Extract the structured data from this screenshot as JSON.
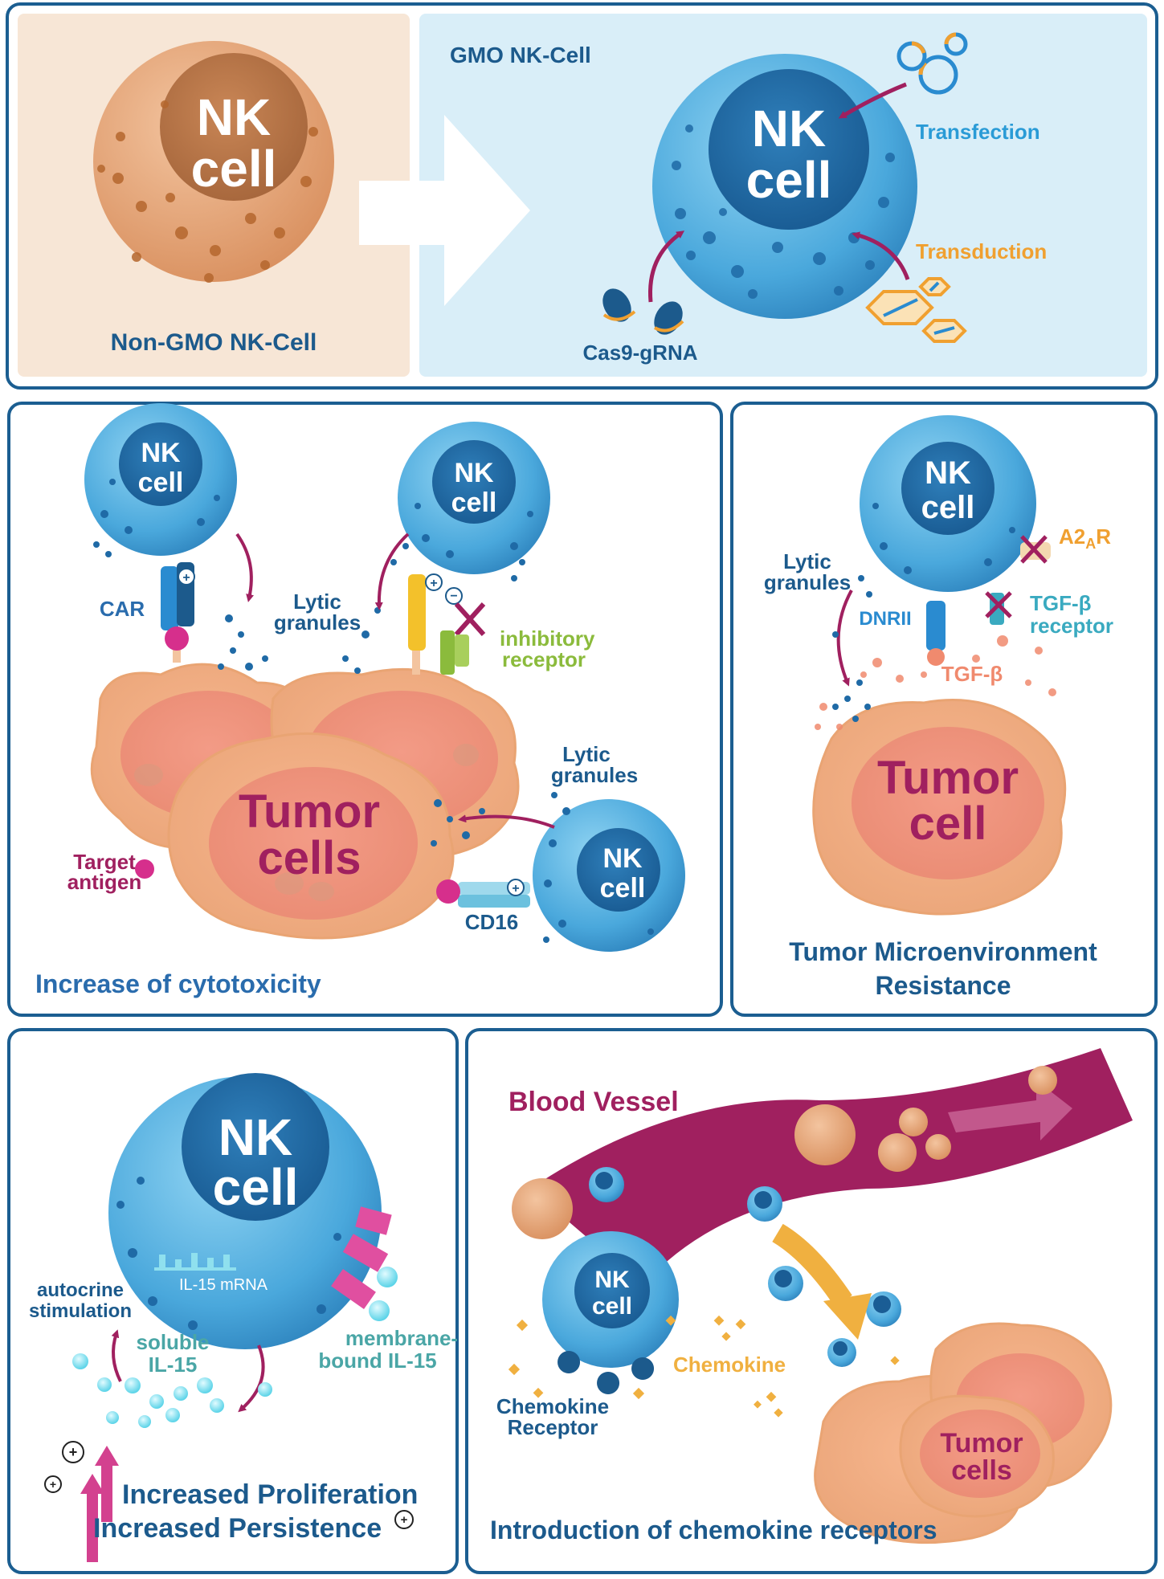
{
  "panel_top": {
    "left_label": "Non-GMO NK-Cell",
    "right_title": "GMO NK-Cell",
    "nk_left": [
      "NK",
      "cell"
    ],
    "nk_right": [
      "NK",
      "cell"
    ],
    "transfection": "Transfection",
    "transduction": "Transduction",
    "cas9": "Cas9-gRNA"
  },
  "panel_cyto": {
    "caption": "Increase of cytotoxicity",
    "nk_a": [
      "NK",
      "cell"
    ],
    "nk_b": [
      "NK",
      "cell"
    ],
    "nk_c": [
      "NK",
      "cell"
    ],
    "car": "CAR",
    "lytic_a": [
      "Lytic",
      "granules"
    ],
    "lytic_b": [
      "Lytic",
      "granules"
    ],
    "inhibitory": [
      "inhibitory",
      "receptor"
    ],
    "tumor": [
      "Tumor",
      "cells"
    ],
    "target": [
      "Target",
      "antigen"
    ],
    "cd16": "CD16"
  },
  "panel_tme": {
    "caption": [
      "Tumor Microenvironment",
      "Resistance"
    ],
    "nk": [
      "NK",
      "cell"
    ],
    "lytic": [
      "Lytic",
      "granules"
    ],
    "a2ar_main": "A2",
    "a2ar_sub": "A",
    "a2ar_end": "R",
    "dnrii": "DNRII",
    "tgfb_receptor": [
      "TGF-β",
      "receptor"
    ],
    "tgfb": "TGF-β",
    "tumor": [
      "Tumor",
      "cell"
    ]
  },
  "panel_il15": {
    "nk": [
      "NK",
      "cell"
    ],
    "mrna": "IL-15 mRNA",
    "autocrine": [
      "autocrine",
      "stimulation"
    ],
    "soluble": [
      "soluble",
      "IL-15"
    ],
    "membrane": [
      "membrane-",
      "bound IL-15"
    ],
    "prolif": "Increased Proliferation",
    "persist": "Increased Persistence"
  },
  "panel_chemo": {
    "caption": "Introduction of chemokine receptors",
    "vessel": "Blood Vessel",
    "nk": [
      "NK",
      "cell"
    ],
    "chemokine": "Chemokine",
    "receptor": [
      "Chemokine",
      "Receptor"
    ],
    "tumor": [
      "Tumor",
      "cells"
    ]
  },
  "colors": {
    "frame": "#1b5e91",
    "dark_blue": "#1c5a8c",
    "magenta": "#a0205f",
    "orange": "#f0a030",
    "teal": "#3aaac0",
    "green": "#8bbb3c",
    "salmon": "#f08a6e"
  }
}
